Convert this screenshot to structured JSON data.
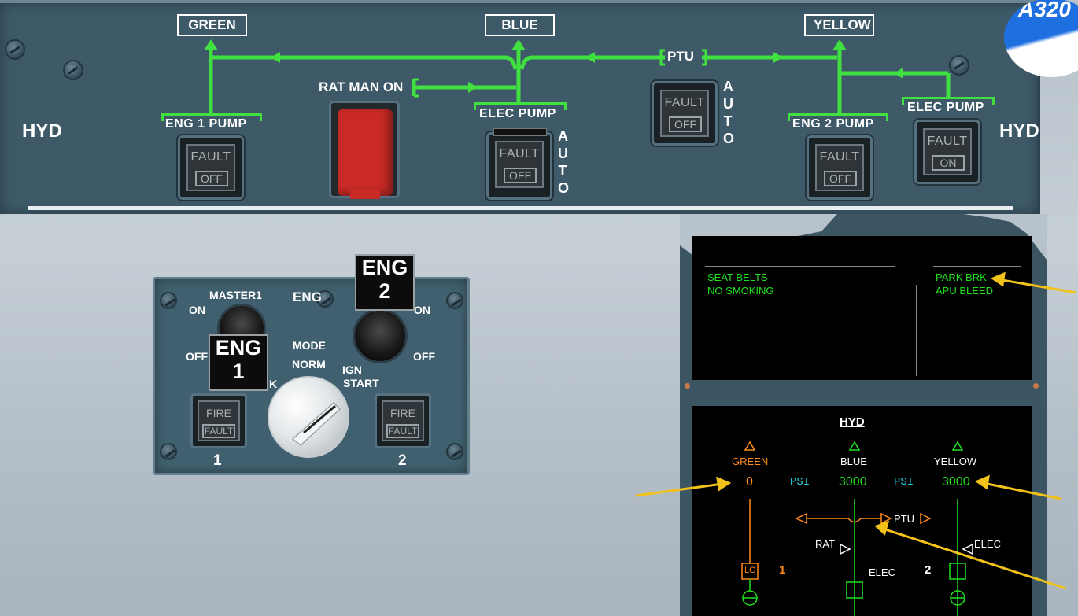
{
  "badge": {
    "text": "A320"
  },
  "overhead": {
    "side_label": "HYD",
    "systems": {
      "green": "GREEN",
      "blue": "BLUE",
      "yellow": "YELLOW"
    },
    "ptu_label": "PTU",
    "rat_label": "RAT MAN ON",
    "eng1_pump": {
      "label": "ENG  1 PUMP",
      "upper": "FAULT",
      "lower": "OFF"
    },
    "blue_elec_pump": {
      "label": "ELEC PUMP",
      "upper": "FAULT",
      "lower": "OFF",
      "mode": "AUTO"
    },
    "ptu_pb": {
      "upper": "FAULT",
      "lower": "OFF",
      "mode": "AUTO"
    },
    "eng2_pump": {
      "label": "ENG  2 PUMP",
      "upper": "FAULT",
      "lower": "OFF"
    },
    "yellow_elec_pump": {
      "label": "ELEC PUMP",
      "upper": "FAULT",
      "lower": "ON"
    },
    "line_color": "#40e040"
  },
  "engine_panel": {
    "master1_label": "MASTER1",
    "eng_label": "ENG",
    "on": "ON",
    "off": "OFF",
    "eng1_flag": {
      "line1": "ENG",
      "line2": "1"
    },
    "eng2_flag": {
      "line1": "ENG",
      "line2": "2"
    },
    "mode_label": "MODE",
    "norm_label": "NORM",
    "crank_partial": "K",
    "ign_start_label": {
      "line1": "IGN",
      "line2": "START"
    },
    "fire1": {
      "upper": "FIRE",
      "lower": "FAULT",
      "number": "1"
    },
    "fire2": {
      "upper": "FIRE",
      "lower": "FAULT",
      "number": "2"
    }
  },
  "ewd": {
    "memo_left": [
      "SEAT BELTS",
      "NO SMOKING"
    ],
    "memo_right": [
      "PARK BRK",
      "APU BLEED"
    ]
  },
  "sd": {
    "title": "HYD",
    "green": {
      "name": "GREEN",
      "pressure": "0",
      "pump_state": "LO",
      "eng": "1"
    },
    "blue": {
      "name": "BLUE",
      "pressure": "3000",
      "rat": "RAT",
      "elec": "ELEC"
    },
    "yellow": {
      "name": "YELLOW",
      "pressure": "3000",
      "elec": "ELEC",
      "eng": "2"
    },
    "psi": "PSI",
    "ptu": "PTU",
    "colors": {
      "green": "#1fe01f",
      "amber": "#ff8c1a",
      "cyan": "#20d0e0"
    }
  }
}
